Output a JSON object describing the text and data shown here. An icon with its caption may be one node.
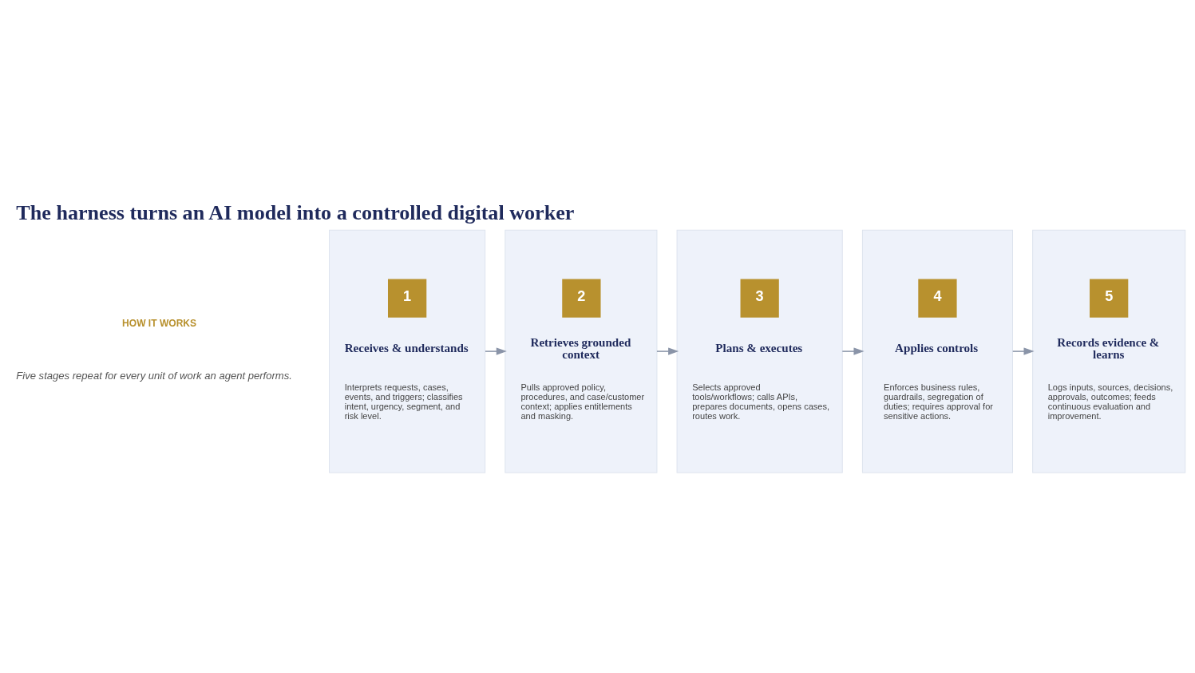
{
  "diagram": {
    "title": "The harness turns an AI model into a controlled digital worker",
    "nodes": [
      {
        "text": [
          "1",
          "Receives & understands",
          "Interprets requests, cases, events, and triggers; classifies intent, urgency, segment, and risk level."
        ]
      },
      {
        "text": [
          "2",
          "Retrieves grounded context",
          "Pulls approved policy, procedures, and case/customer context; applies entitlements and masking."
        ]
      },
      {
        "text": [
          "3",
          "Plans & executes",
          "Selects approved tools/workflows; calls APIs, prepares documents, opens cases, routes work."
        ]
      },
      {
        "text": [
          "4",
          "Applies controls",
          "Enforces business rules, guardrails, segregation of duties; requires approval for sensitive actions."
        ]
      },
      {
        "text": [
          "5",
          "Records evidence & learns",
          "Logs inputs, sources, decisions, approvals, outcomes; feeds continuous evaluation and improvement."
        ]
      }
    ],
    "edges": [
      {
        "from": 0,
        "to": 1,
        "arrow": "to"
      },
      {
        "from": 1,
        "to": 2,
        "arrow": "to"
      },
      {
        "from": 2,
        "to": 3,
        "arrow": "to"
      },
      {
        "from": 3,
        "to": 4,
        "arrow": "to"
      }
    ],
    "labels": [
      "HOW IT WORKS",
      "Five stages repeat for every unit of work an agent performs."
    ]
  }
}
